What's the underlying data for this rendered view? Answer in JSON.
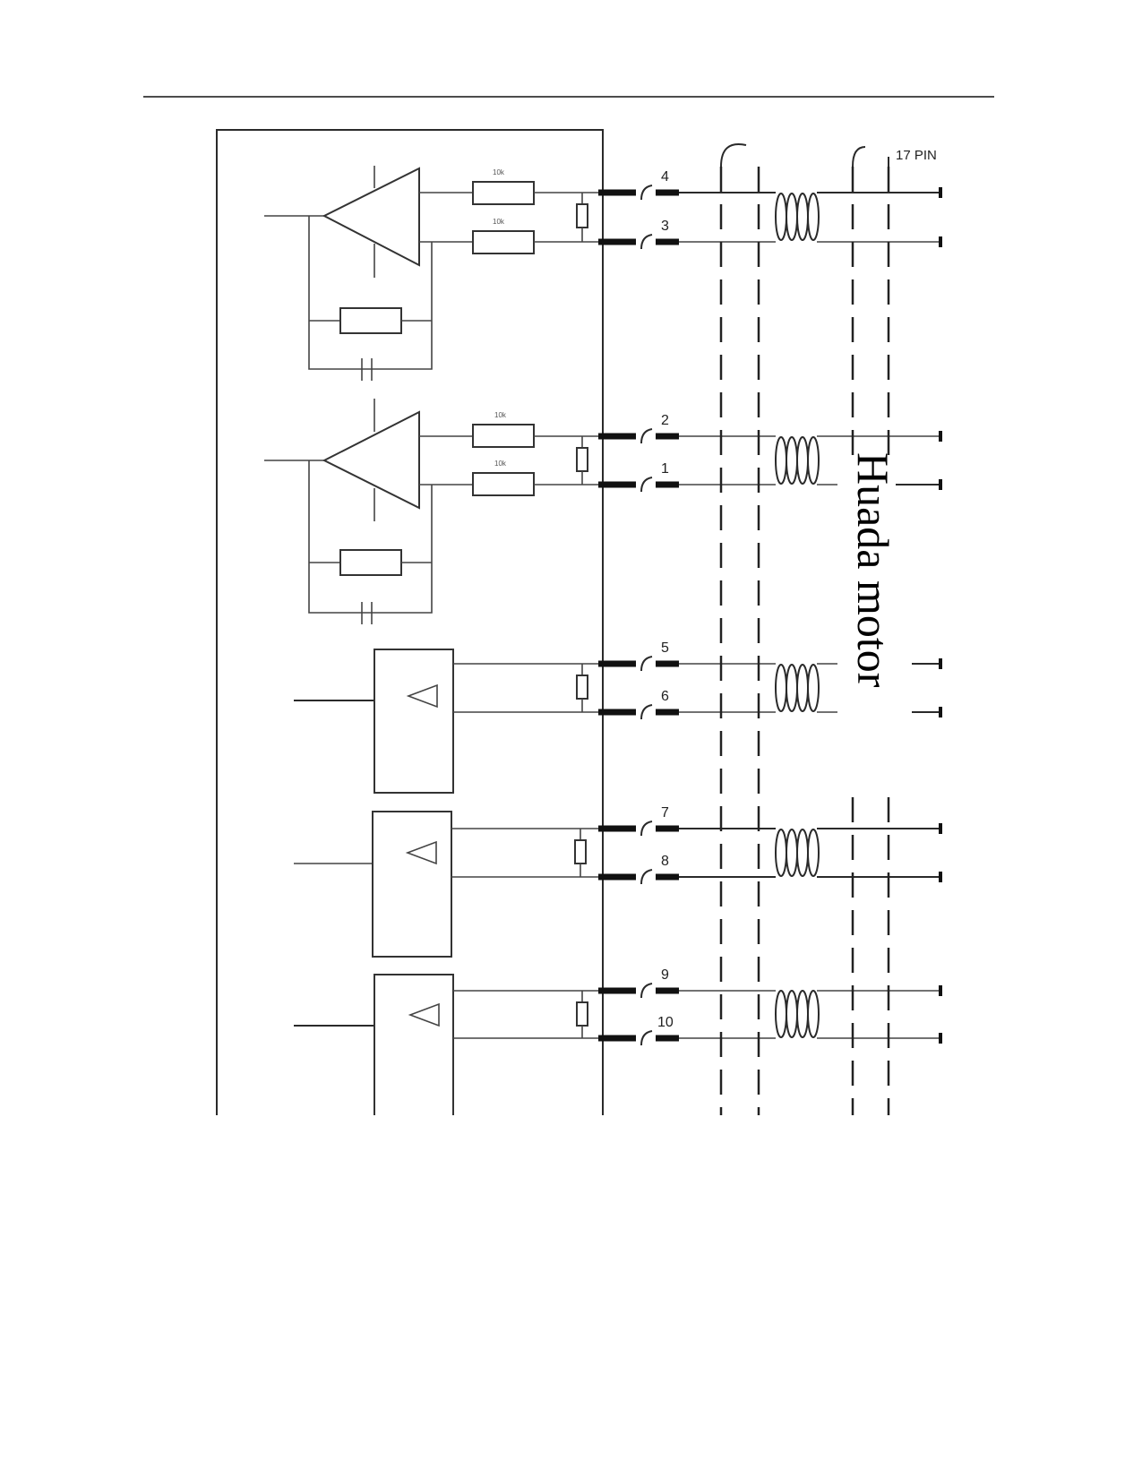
{
  "diagram": {
    "connector_label": "17 PIN",
    "rotated_label": "Huada motor",
    "resistor_value_label": "10k",
    "pins": [
      "4",
      "3",
      "2",
      "1",
      "5",
      "6",
      "7",
      "8",
      "9",
      "10"
    ]
  }
}
